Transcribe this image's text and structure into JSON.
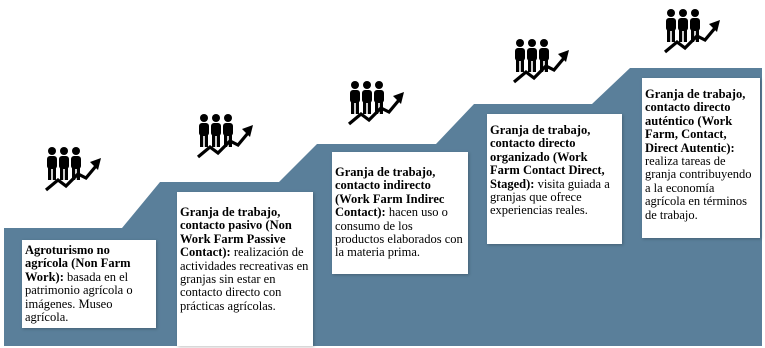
{
  "steps": [
    {
      "title": "Agroturismo no agrícola (Non Farm Work):",
      "text": " basada en el patrimonio agrícola o imágenes. Museo agrícola."
    },
    {
      "title": "Granja de trabajo, contacto pasivo (Non Work Farm Passive Contact):",
      "text": " realización de actividades recreativas en granjas sin estar en contacto directo con prácticas agrícolas."
    },
    {
      "title": "Granja  de trabajo, contacto indirecto (Work Farm Indirec Contact):",
      "text": " hacen uso o consumo de los productos elaborados con la materia prima."
    },
    {
      "title": "Granja de trabajo, contacto directo organizado (Work Farm Contact Direct, Staged):",
      "text": " visita guiada a granjas que ofrece experiencias reales."
    },
    {
      "title": "Granja de trabajo, contacto directo auténtico (Work Farm, Contact, Direct Autentic):",
      "text": " realiza tareas de granja contribuyendo a la economía agrícola en términos de trabajo."
    }
  ],
  "colors": {
    "stairs": "#5a7f9a",
    "card": "#ffffff",
    "icon": "#000000"
  },
  "icons": [
    "people-growth-icon",
    "people-growth-icon",
    "people-growth-icon",
    "people-growth-icon",
    "people-growth-icon"
  ]
}
